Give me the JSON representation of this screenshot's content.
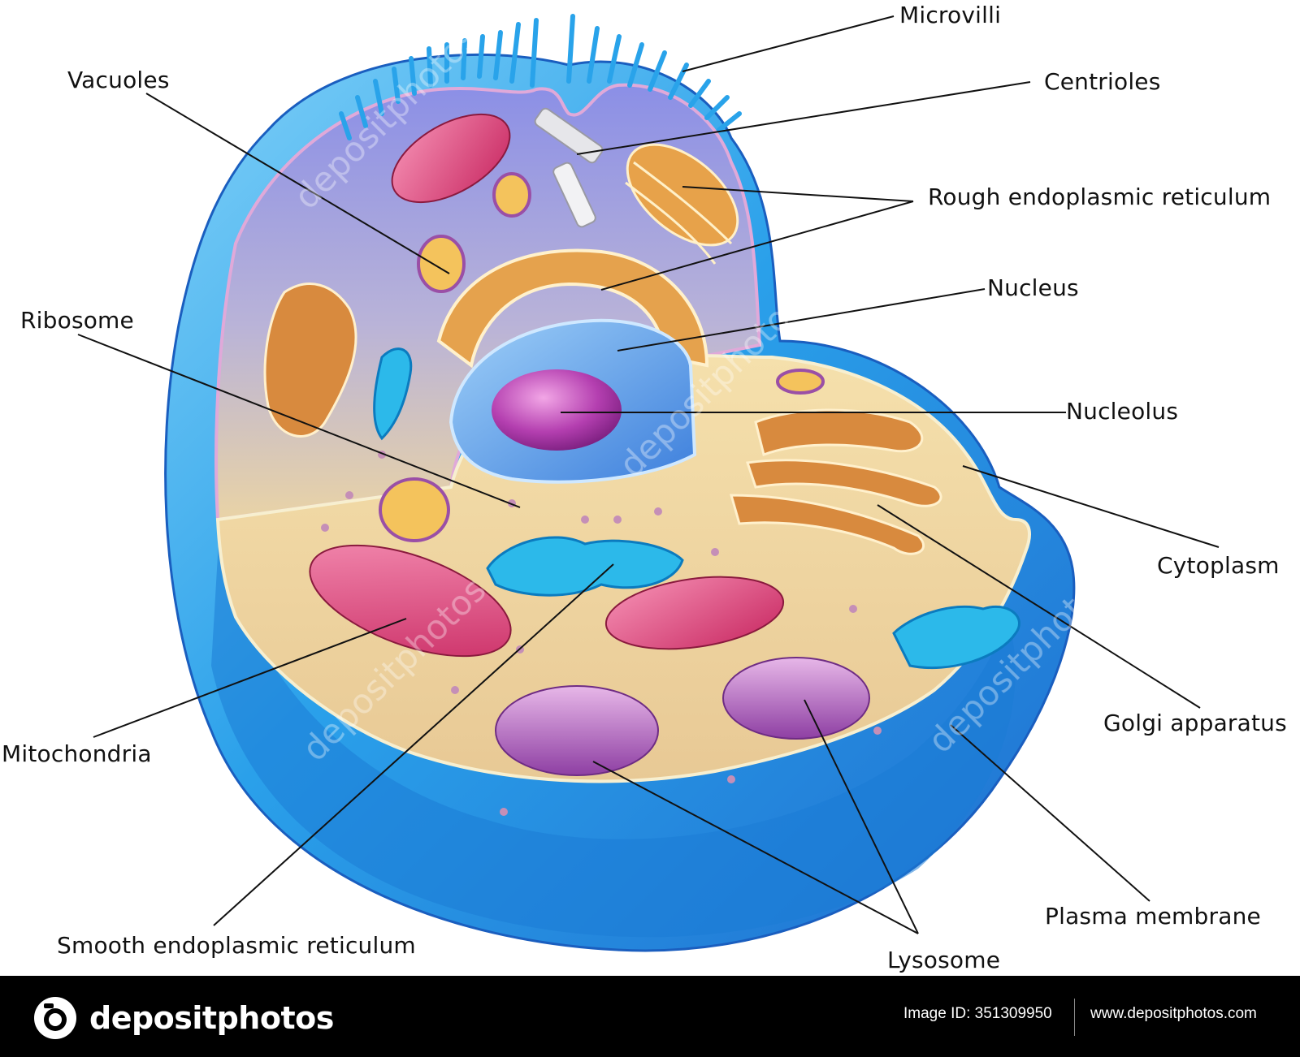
{
  "labels": {
    "microvilli": "Microvilli",
    "centrioles": "Centrioles",
    "vacuoles": "Vacuoles",
    "rough_er": "Rough endoplasmic reticulum",
    "nucleus": "Nucleus",
    "ribosome": "Ribosome",
    "nucleolus": "Nucleolus",
    "cytoplasm": "Cytoplasm",
    "mitochondria": "Mitochondria",
    "golgi": "Golgi apparatus",
    "plasma_membrane": "Plasma membrane",
    "smooth_er": "Smooth endoplasmic reticulum",
    "lysosome": "Lysosome"
  },
  "watermark": "depositphotos",
  "footer": {
    "brand": "depositphotos",
    "image_id": "Image ID: 351309950",
    "site": "www.depositphotos.com"
  },
  "colors": {
    "membrane_blue": "#1f8fe0",
    "cytoplasm": "#f3d9a0",
    "mitochondria": "#e0457a",
    "golgi": "#c7782e",
    "smooth_er": "#27b6e8",
    "lysosome": "#a04fb0",
    "nucleus": "#4a8fe0",
    "nucleolus": "#a0309a"
  }
}
